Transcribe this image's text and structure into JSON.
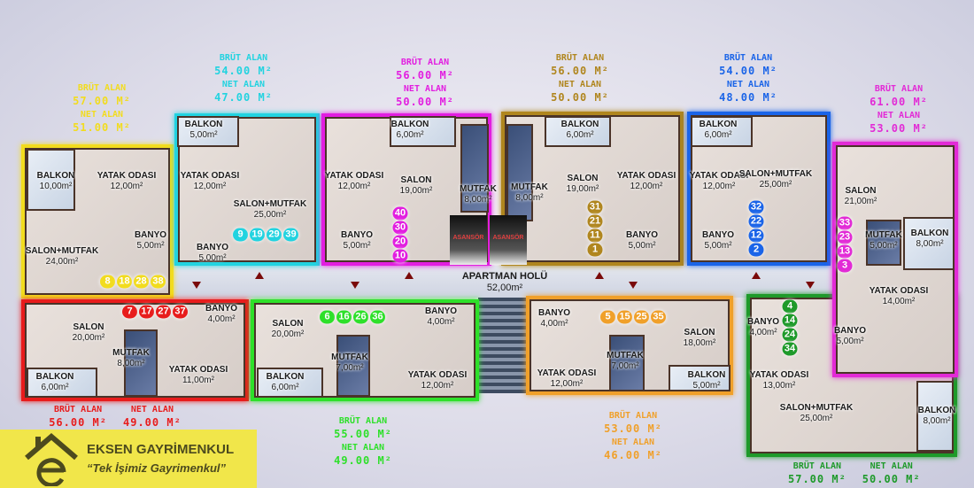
{
  "hall": {
    "name": "APARTMAN HOLÜ",
    "area": "52,00m²",
    "elevator_label": "ASANSÖR"
  },
  "labels": {
    "gross": "BRÜT ALAN",
    "net": "NET ALAN"
  },
  "logo": {
    "company": "EKSEN GAYRİMENKUL",
    "slogan": "“Tek İşimiz Gayrimenkul”"
  },
  "units": [
    {
      "color": "#f2dc1e",
      "gross": "57.00 M²",
      "net": "51.00 M²",
      "badges": [
        "8",
        "18",
        "28",
        "38"
      ],
      "rooms": [
        {
          "name": "BALKON",
          "area": "10,00m²"
        },
        {
          "name": "YATAK ODASI",
          "area": "12,00m²"
        },
        {
          "name": "BANYO",
          "area": "5,00m²"
        },
        {
          "name": "SALON+MUTFAK",
          "area": "24,00m²"
        }
      ]
    },
    {
      "color": "#22d3e0",
      "gross": "54.00 M²",
      "net": "47.00 M²",
      "badges": [
        "9",
        "19",
        "29",
        "39"
      ],
      "rooms": [
        {
          "name": "BALKON",
          "area": "5,00m²"
        },
        {
          "name": "YATAK ODASI",
          "area": "12,00m²"
        },
        {
          "name": "SALON+MUTFAK",
          "area": "25,00m²"
        },
        {
          "name": "BANYO",
          "area": "5,00m²"
        }
      ]
    },
    {
      "color": "#e21ee0",
      "gross": "56.00 M²",
      "net": "50.00 M²",
      "badges": [
        "40",
        "30",
        "20",
        "10"
      ],
      "rooms": [
        {
          "name": "BALKON",
          "area": "6,00m²"
        },
        {
          "name": "YATAK ODASI",
          "area": "12,00m²"
        },
        {
          "name": "SALON",
          "area": "19,00m²"
        },
        {
          "name": "MUTFAK",
          "area": "8,00m²"
        },
        {
          "name": "BANYO",
          "area": "5,00m²"
        }
      ]
    },
    {
      "color": "#b0861e",
      "gross": "56.00 M²",
      "net": "50.00 M²",
      "badges": [
        "31",
        "21",
        "11",
        "1"
      ],
      "rooms": [
        {
          "name": "MUTFAK",
          "area": "8,00m²"
        },
        {
          "name": "BALKON",
          "area": "6,00m²"
        },
        {
          "name": "SALON",
          "area": "19,00m²"
        },
        {
          "name": "YATAK ODASI",
          "area": "12,00m²"
        },
        {
          "name": "BANYO",
          "area": "5,00m²"
        }
      ]
    },
    {
      "color": "#1a64e8",
      "gross": "54.00 M²",
      "net": "48.00 M²",
      "badges": [
        "32",
        "22",
        "12",
        "2"
      ],
      "rooms": [
        {
          "name": "BALKON",
          "area": "6,00m²"
        },
        {
          "name": "YATAK ODASI",
          "area": "12,00m²"
        },
        {
          "name": "SALON+MUTFAK",
          "area": "25,00m²"
        },
        {
          "name": "BANYO",
          "area": "5,00m²"
        }
      ]
    },
    {
      "color": "#e22ad6",
      "gross": "61.00 M²",
      "net": "53.00 M²",
      "badges": [
        "33",
        "23",
        "13",
        "3"
      ],
      "rooms": [
        {
          "name": "SALON",
          "area": "21,00m²"
        },
        {
          "name": "MUTFAK",
          "area": "5,00m²"
        },
        {
          "name": "BALKON",
          "area": "8,00m²"
        },
        {
          "name": "YATAK ODASI",
          "area": "14,00m²"
        },
        {
          "name": "BANYO",
          "area": "5,00m²"
        }
      ]
    },
    {
      "color": "#e81c1c",
      "gross": "56.00 M²",
      "net": "49.00 M²",
      "badges": [
        "7",
        "17",
        "27",
        "37"
      ],
      "rooms": [
        {
          "name": "SALON",
          "area": "20,00m²"
        },
        {
          "name": "BANYO",
          "area": "4,00m²"
        },
        {
          "name": "MUTFAK",
          "area": "8,00m²"
        },
        {
          "name": "YATAK ODASI",
          "area": "11,00m²"
        },
        {
          "name": "BALKON",
          "area": "6,00m²"
        }
      ]
    },
    {
      "color": "#2ee02a",
      "gross": "55.00 M²",
      "net": "49.00 M²",
      "badges": [
        "6",
        "16",
        "26",
        "36"
      ],
      "rooms": [
        {
          "name": "SALON",
          "area": "20,00m²"
        },
        {
          "name": "BANYO",
          "area": "4,00m²"
        },
        {
          "name": "MUTFAK",
          "area": "7,00m²"
        },
        {
          "name": "YATAK ODASI",
          "area": "12,00m²"
        },
        {
          "name": "BALKON",
          "area": "6,00m²"
        }
      ]
    },
    {
      "color": "#f0a02a",
      "gross": "53.00 M²",
      "net": "46.00 M²",
      "badges": [
        "5",
        "15",
        "25",
        "35"
      ],
      "rooms": [
        {
          "name": "BANYO",
          "area": "4,00m²"
        },
        {
          "name": "YATAK ODASI",
          "area": "12,00m²"
        },
        {
          "name": "MUTFAK",
          "area": "7,00m²"
        },
        {
          "name": "SALON",
          "area": "18,00m²"
        },
        {
          "name": "BALKON",
          "area": "5,00m²"
        }
      ]
    },
    {
      "color": "#1e9a2a",
      "gross": "57.00 M²",
      "net": "50.00 M²",
      "badges": [
        "4",
        "14",
        "24",
        "34"
      ],
      "rooms": [
        {
          "name": "BANYO",
          "area": "4,00m²"
        },
        {
          "name": "YATAK ODASI",
          "area": "13,00m²"
        },
        {
          "name": "SALON+MUTFAK",
          "area": "25,00m²"
        },
        {
          "name": "BALKON",
          "area": "8,00m²"
        }
      ]
    }
  ]
}
